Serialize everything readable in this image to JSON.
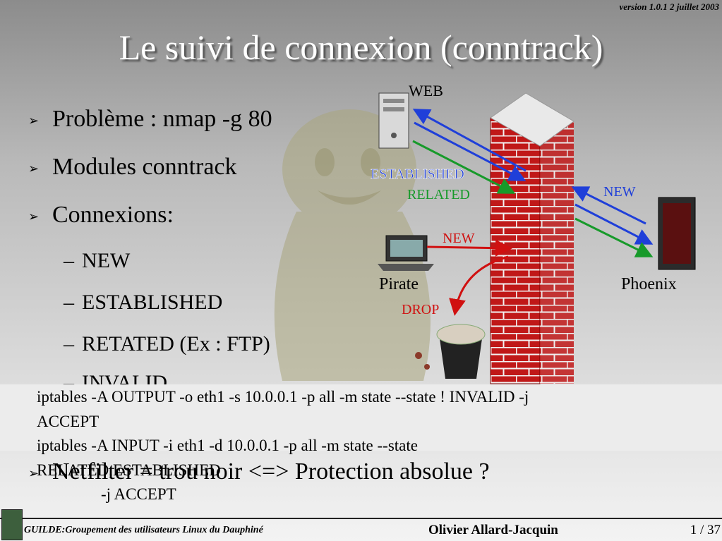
{
  "header": {
    "version": "version 1.0.1   2 juillet 2003"
  },
  "title": "Le suivi de connexion (conntrack)",
  "bullets": [
    {
      "marker": "➢",
      "text": "Problème : nmap -g 80"
    },
    {
      "marker": "➢",
      "text": "Modules conntrack"
    },
    {
      "marker": "➢",
      "text": "Connexions:"
    }
  ],
  "subitems": [
    {
      "marker": "–",
      "text": "NEW"
    },
    {
      "marker": "–",
      "text": "ESTABLISHED"
    },
    {
      "marker": "–",
      "text": "RETATED (Ex : FTP)"
    },
    {
      "marker": "–",
      "text": "INVALID"
    }
  ],
  "diagram": {
    "web_label": "WEB",
    "established": "ESTABLISHED",
    "related": "RELATED",
    "new_right": "NEW",
    "new_left": "NEW",
    "pirate": "Pirate",
    "drop": "DROP",
    "phoenix": "Phoenix"
  },
  "commands": [
    "iptables -A OUTPUT -o eth1 -s 10.0.0.1 -p all -m state --state ! INVALID  -j",
    "ACCEPT",
    "iptables -A INPUT  -i eth1 -d 10.0.0.1 -p all -m state --state",
    "RELATED,ESTABLISHED",
    "-j ACCEPT"
  ],
  "last_bullet": {
    "marker": "➢",
    "text": "Netfilter = trou noir <=> Protection absolue ?"
  },
  "footer": {
    "org": "GUILDE:Groupement des utilisateurs Linux du Dauphiné",
    "author": "Olivier Allard-Jacquin",
    "pages": "1 / 37"
  },
  "colors": {
    "brick": "#c01818",
    "blue_arrow": "#1f3fd9",
    "green_arrow": "#179a2a",
    "red_arrow": "#d01010"
  }
}
